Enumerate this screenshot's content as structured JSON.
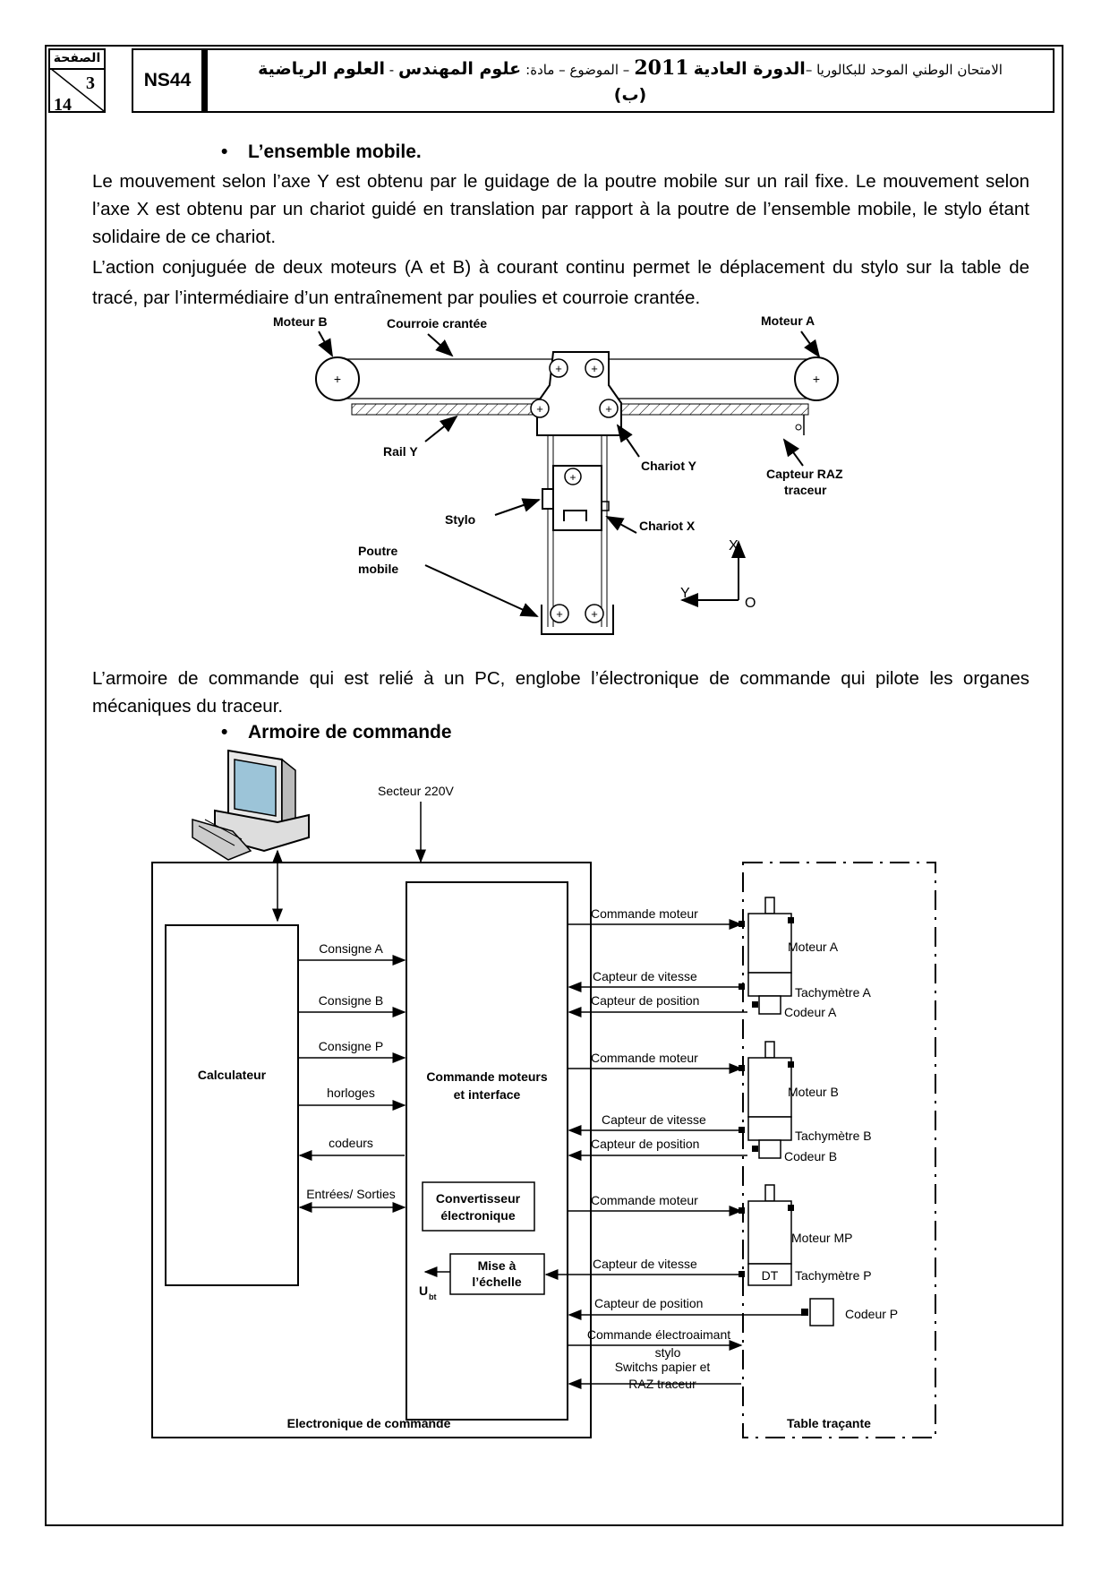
{
  "header": {
    "page_label": "الصفحة",
    "page_number": "3",
    "page_total": "14",
    "code": "NS44",
    "title_part1": "الامتحان الوطني الموحد للبكالوريا –",
    "title_session": "الدورة العادية",
    "title_year": "2011",
    "title_part2": "– الموضوع – مادة:",
    "title_subject": "علوم المهندس",
    "title_sep": " - ",
    "title_track": "العلوم الرياضية",
    "title_option": "(ب)"
  },
  "section1": {
    "heading": "L’ensemble mobile.",
    "para1": "Le mouvement selon l’axe Y est obtenu par le guidage de la poutre mobile sur un rail fixe. Le mouvement selon l’axe X est obtenu par  un chariot guidé en translation par rapport à la poutre de l’ensemble mobile, le stylo étant solidaire de ce chariot.",
    "para2": "L’action conjuguée de deux moteurs (A et B) à courant continu permet le déplacement  du stylo sur la table de tracé, par l’intermédiaire d’un entraînement par poulies et courroie crantée."
  },
  "diagram1": {
    "moteur_b": "Moteur B",
    "courroie": "Courroie crantée",
    "moteur_a": "Moteur A",
    "rail_y": "Rail Y",
    "chariot_y": "Chariot Y",
    "capteur_raz_1": "Capteur RAZ",
    "capteur_raz_2": "traceur",
    "stylo": "Stylo",
    "chariot_x": "Chariot X",
    "poutre_1": "Poutre",
    "poutre_2": "mobile",
    "axis_x": "X",
    "axis_y": "Y",
    "axis_o": "O"
  },
  "section2": {
    "para": "L’armoire de commande qui est relié à un PC, englobe l’électronique de commande qui pilote les organes mécaniques du traceur.",
    "heading": "Armoire de commande"
  },
  "diagram2": {
    "secteur": "Secteur 220V",
    "calculateur": "Calculateur",
    "cmd_1": "Commande moteurs",
    "cmd_2": "et interface",
    "consigne_a": "Consigne A",
    "consigne_b": "Consigne B",
    "consigne_p": "Consigne P",
    "horloges": "horloges",
    "codeurs": "codeurs",
    "entrees": "Entrées/ Sorties",
    "conv_1": "Convertisseur",
    "conv_2": "électronique",
    "mise_1": "Mise à",
    "mise_2": "l’échelle",
    "ubt": "U",
    "ubt_sub": "bt",
    "cmd_moteur": "Commande moteur",
    "capteur_vitesse": "Capteur de vitesse",
    "capteur_position": "Capteur de position",
    "cmd_electro_1": "Commande électroaimant",
    "cmd_electro_2": "stylo",
    "switchs_1": "Switchs papier et",
    "switchs_2": "RAZ traceur",
    "moteur_a": "Moteur A",
    "tachy_a": "Tachymètre  A",
    "codeur_a": "Codeur A",
    "moteur_b": "Moteur B",
    "tachy_b": "Tachymètre B",
    "codeur_b": "Codeur B",
    "moteur_mp": "Moteur MP",
    "dt": "DT",
    "tachy_p": "Tachymètre P",
    "codeur_p": "Codeur P",
    "electronique": "Electronique de commande",
    "table": "Table traçante"
  }
}
